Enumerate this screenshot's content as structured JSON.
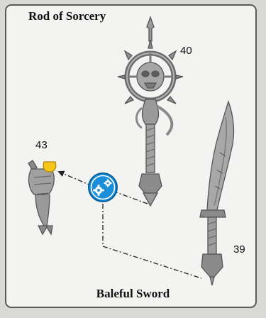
{
  "title": "Rod of Sorcery",
  "subtitle": "Baleful Sword",
  "parts": {
    "rod": "40",
    "sword": "39",
    "hand": "43"
  },
  "icons": {
    "assembly": "gears-icon"
  },
  "colors": {
    "frame": "#5a5a5a",
    "background": "#f3f3f1",
    "accent_blue": "#1a8ed9",
    "highlight_yellow": "#f6c61a"
  }
}
